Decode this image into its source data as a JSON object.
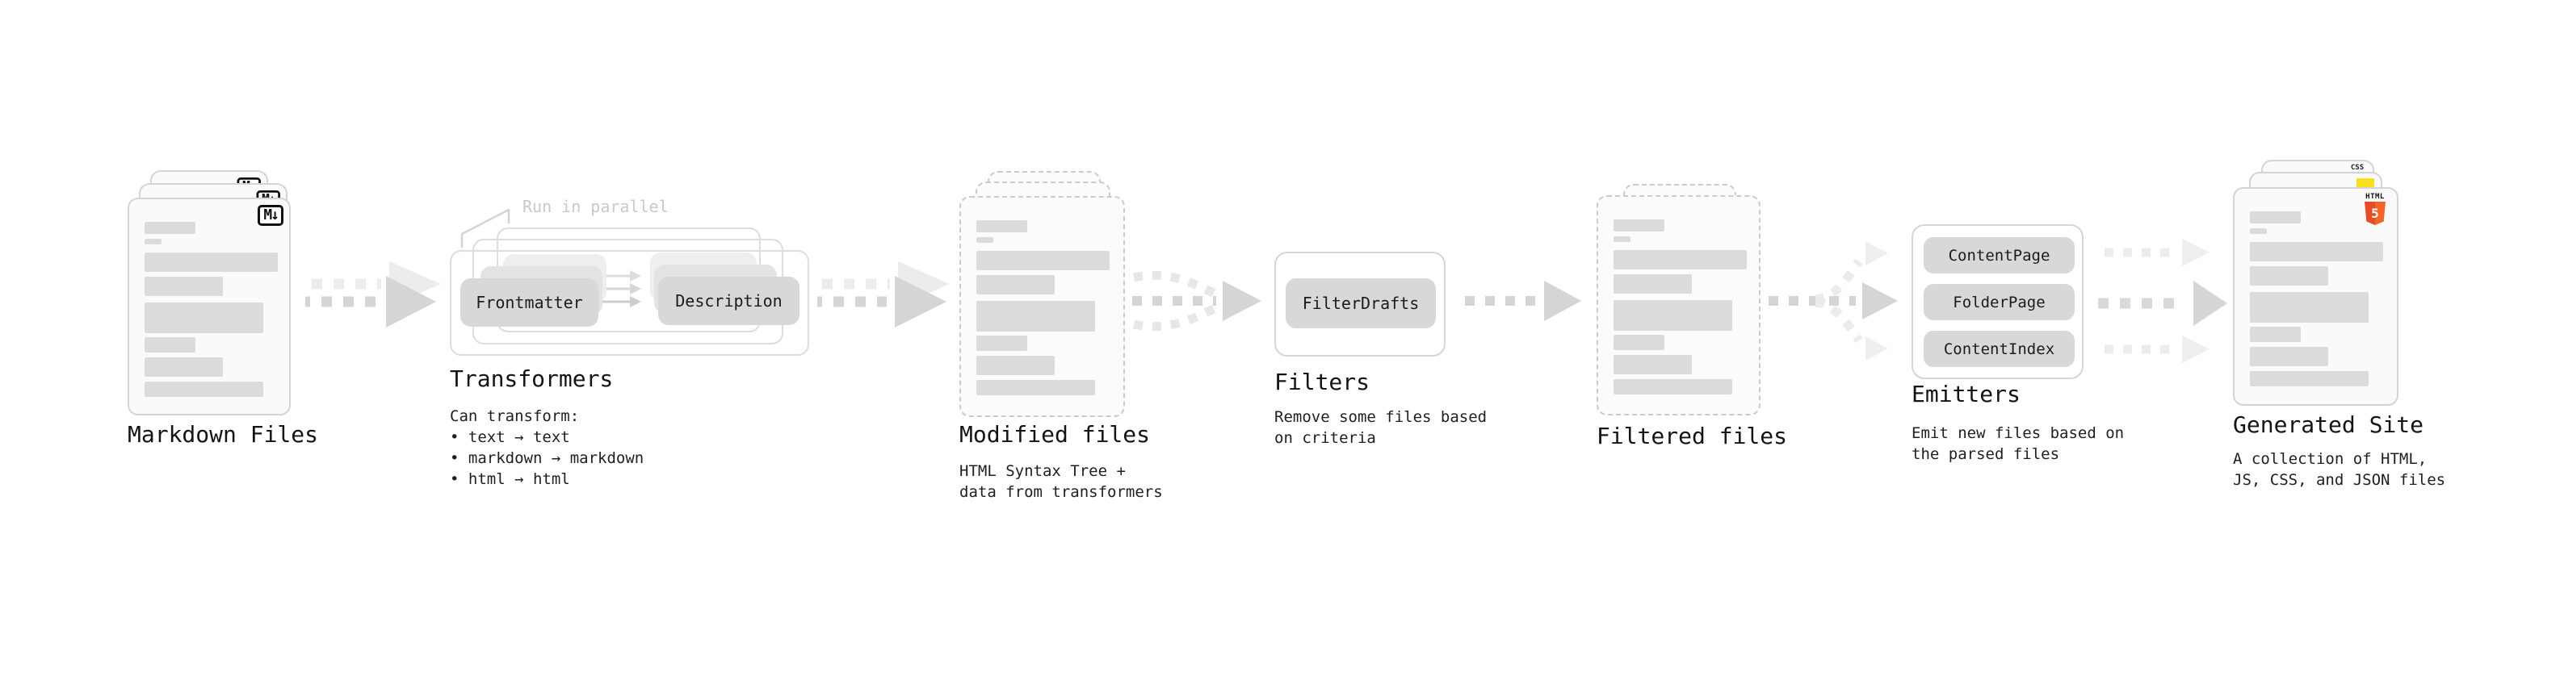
{
  "stages": {
    "markdown": {
      "title": "Markdown Files",
      "badge": "M↓"
    },
    "transformers": {
      "title": "Transformers",
      "annotation": "Run in parallel",
      "pill_a": "Frontmatter",
      "pill_b": "Description",
      "desc": "Can transform:\n • text → text\n • markdown → markdown\n • html → html"
    },
    "modified": {
      "title": "Modified files",
      "desc": "HTML Syntax Tree +\ndata from transformers"
    },
    "filters": {
      "title": "Filters",
      "pill": "FilterDrafts",
      "desc": "Remove some files based\non criteria"
    },
    "filtered": {
      "title": "Filtered files"
    },
    "emitters": {
      "title": "Emitters",
      "pills": [
        "ContentPage",
        "FolderPage",
        "ContentIndex"
      ],
      "desc": "Emit new files based on\nthe parsed files"
    },
    "generated": {
      "title": "Generated Site",
      "desc": "A collection of HTML,\nJS, CSS, and JSON files",
      "html_badge_label": "HTML",
      "html_badge_number": "5",
      "css_badge_label": "CSS"
    }
  },
  "colors": {
    "html5_orange_dark": "#e44d26",
    "html5_orange_light": "#f16529",
    "js_yellow": "#f7df1e",
    "css_blue": "#2965f1"
  }
}
